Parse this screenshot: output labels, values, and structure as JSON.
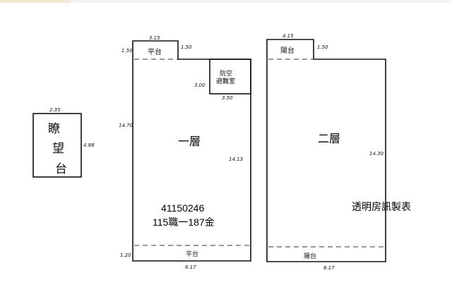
{
  "plan": {
    "floor1": {
      "label": "一層",
      "platform_top": "平台",
      "platform_bottom": "平台",
      "shelter": [
        "防空",
        "避難室"
      ],
      "dims": {
        "platform_w": "3.15",
        "platform_h_left": "1.50",
        "platform_h_right": "1.50",
        "shelter_h": "3.00",
        "shelter_w": "3.50",
        "left_h": "14.70",
        "right_h": "14.13",
        "bottom_h": "1.20",
        "bottom_w": "8.17"
      }
    },
    "floor2": {
      "label": "二層",
      "balcony_top": "陽台",
      "balcony_bottom": "陽台",
      "dims": {
        "balcony_w": "4.15",
        "balcony_h": "1.50",
        "right_h": "14.30",
        "bottom_w": "8.17"
      }
    },
    "tower": {
      "label_chars": [
        "瞭",
        "望",
        "台"
      ],
      "dims": {
        "w": "2.35",
        "h": "4.88"
      }
    },
    "case_number": "41150246",
    "case_code": "115職一187金",
    "credit": "透明房訊製表"
  }
}
